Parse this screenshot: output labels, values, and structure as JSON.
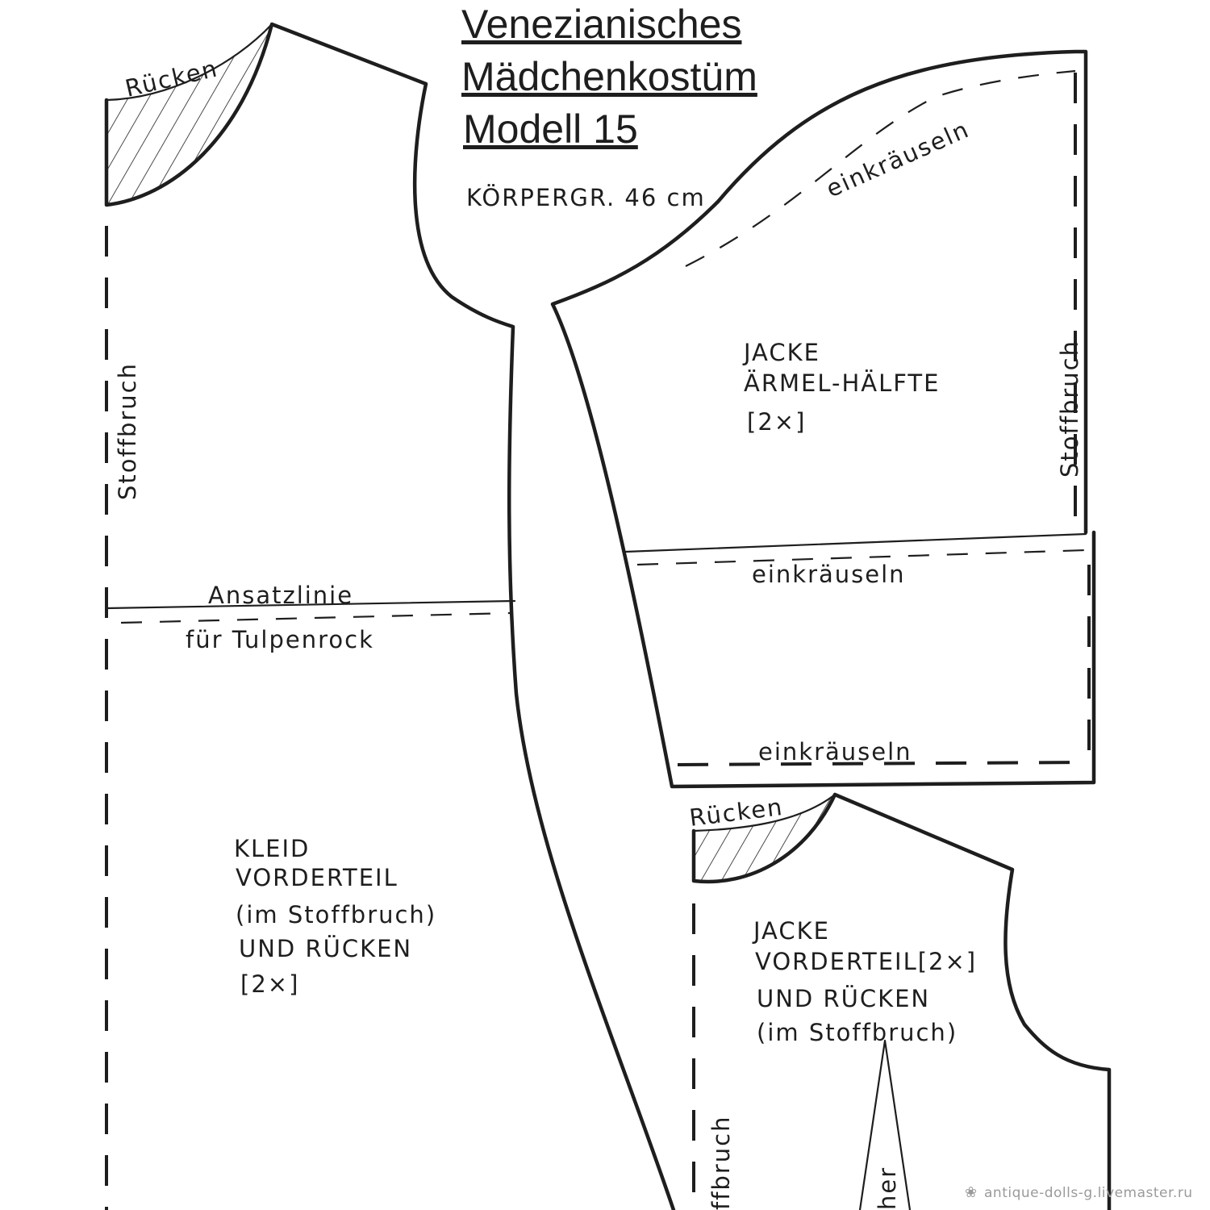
{
  "title": {
    "line1": "Venezianisches",
    "line2": "Mädchenkostüm",
    "line3": "Modell 15"
  },
  "size_label": "KÖRPERGR. 46 cm",
  "dress_piece": {
    "back_label": "Rücken",
    "fold_label": "Stoffbruch",
    "seam_line_label": "Ansatzlinie",
    "seam_line_label_2": "für Tulpenrock",
    "name_lines": [
      "KLEID",
      "VORDERTEIL",
      "(im Stoffbruch)",
      "UND RÜCKEN",
      "[2×]"
    ]
  },
  "sleeve_piece": {
    "gather_top": "einkräuseln",
    "fold_label": "Stoffbruch",
    "name_lines": [
      "JACKE",
      "ÄRMEL-HÄLFTE",
      "[2×]"
    ],
    "gather_middle": "einkräuseln",
    "gather_bottom": "einkräuseln"
  },
  "jacket_piece": {
    "back_label": "Rücken",
    "name_lines": [
      "JACKE",
      "VORDERTEIL[2×]",
      "UND RÜCKEN",
      "(im Stoffbruch)"
    ],
    "fold_label": "ffbruch",
    "dart_label": "her"
  },
  "watermark": "antique-dolls-g.livemaster.ru"
}
